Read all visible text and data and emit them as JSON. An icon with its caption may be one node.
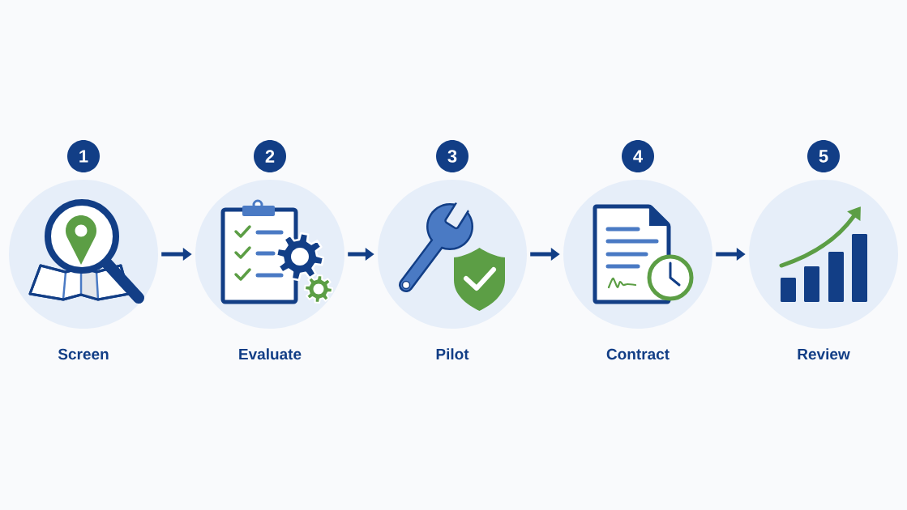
{
  "diagram": {
    "nodes": [
      {
        "text": [
          "1"
        ]
      },
      {
        "text": [
          "2"
        ]
      },
      {
        "text": [
          "3"
        ]
      },
      {
        "text": [
          "4"
        ]
      },
      {
        "text": [
          "5"
        ]
      },
      {
        "text": [
          "Screen"
        ]
      },
      {
        "text": [
          "Evaluate"
        ]
      },
      {
        "text": [
          "Pilot"
        ]
      },
      {
        "text": [
          "Contract"
        ]
      },
      {
        "text": [
          "Review"
        ]
      }
    ],
    "edges": [
      {
        "from": 5,
        "to": 6,
        "arrow": "to"
      },
      {
        "from": 6,
        "to": 7,
        "arrow": "to"
      },
      {
        "from": 7,
        "to": 8,
        "arrow": "to"
      },
      {
        "from": 8,
        "to": 9,
        "arrow": "to"
      }
    ]
  }
}
